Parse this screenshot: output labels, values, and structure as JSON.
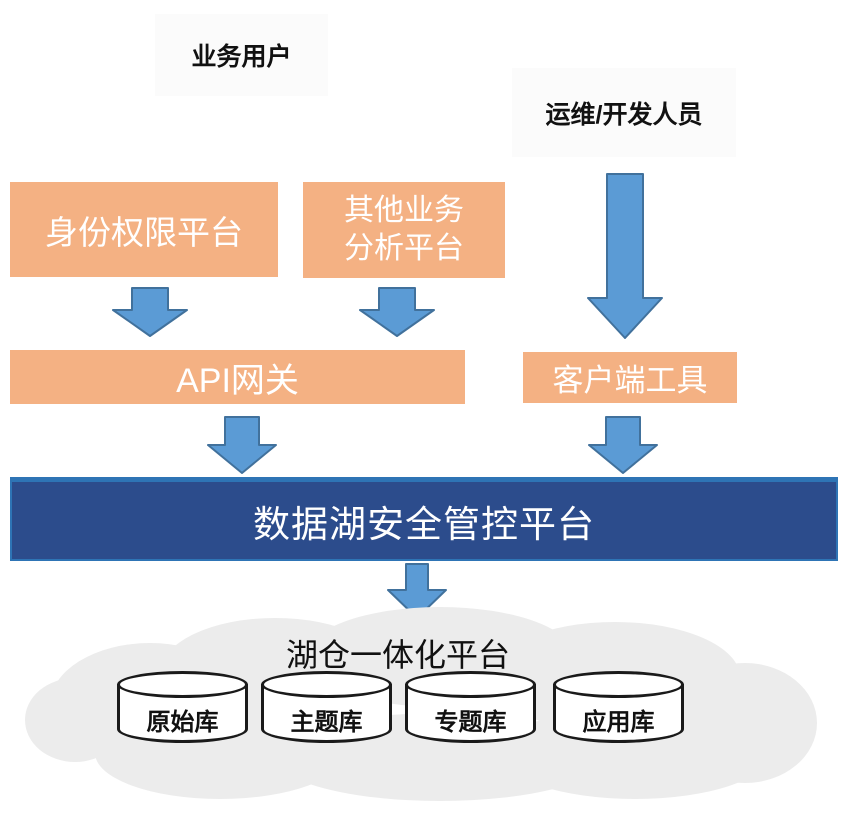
{
  "actors": {
    "business_users": "业务用户",
    "ops_dev_users": "运维/开发人员"
  },
  "sources": {
    "identity_platform": "身份权限平台",
    "other_analysis_platform": "其他业务\n分析平台"
  },
  "access": {
    "api_gateway": "API网关",
    "client_tools": "客户端工具"
  },
  "security_platform": {
    "label": "数据湖安全管控平台"
  },
  "lakehouse": {
    "title": "湖仓一体化平台",
    "databases": [
      {
        "label": "原始库"
      },
      {
        "label": "主题库"
      },
      {
        "label": "专题库"
      },
      {
        "label": "应用库"
      }
    ]
  },
  "icons": {
    "down_arrow": "down-arrow-icon"
  },
  "colors": {
    "box_orange": "#F4B183",
    "arrow_fill": "#5B9BD5",
    "arrow_stroke": "#41719C",
    "banner_fill": "#2C4C8C",
    "banner_border": "#2E74B5",
    "cloud_fill": "#ECECEC",
    "text_white": "#FFFFFF",
    "text_black": "#111111"
  }
}
